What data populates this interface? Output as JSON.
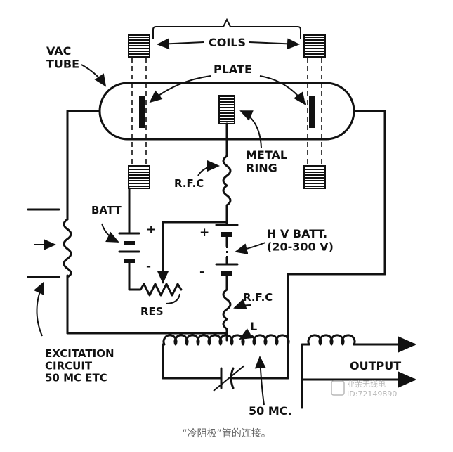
{
  "diagram": {
    "labels": {
      "vac_tube": "VAC\nTUBE",
      "coils": "COILS",
      "plate": "PLATE",
      "metal_ring": "METAL\nRING",
      "rfc_top": "R.F.C",
      "batt": "BATT",
      "batt_plus": "+",
      "batt_minus": "-",
      "res": "RES",
      "hv_batt": "H V BATT.\n(20-300 V)",
      "hv_plus": "+",
      "hv_minus": "-",
      "rfc_bottom": "R.F.C",
      "l": "L",
      "excitation": "EXCITATION\nCIRCUIT\n50 MC  ETC",
      "output": "OUTPUT",
      "freq": "50 MC."
    }
  },
  "watermark": {
    "line1": "业余无线电",
    "line2": "ID:72149890"
  },
  "caption": "“冷阴极”管的连接。",
  "colors": {
    "ink": "#111111",
    "caption": "#666666",
    "watermark": "#b8b8b8"
  }
}
